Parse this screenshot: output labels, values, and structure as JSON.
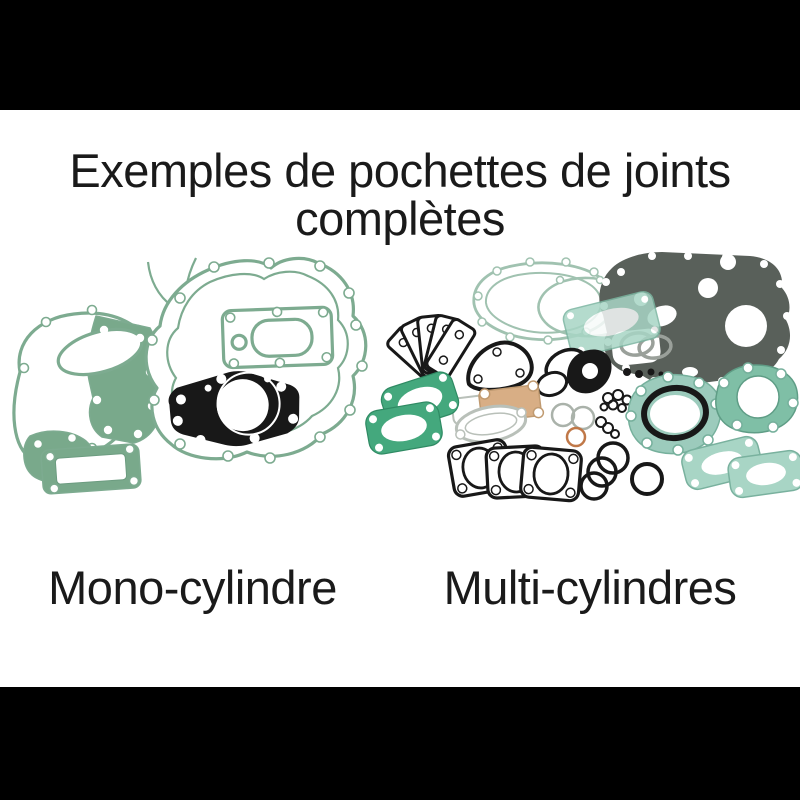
{
  "title": "Exemples de pochettes de joints\ncomplètes",
  "labels": {
    "mono": "Mono-cylindre",
    "multi": "Multi-cylindres"
  },
  "palette": {
    "letterbox": "#000000",
    "background": "#ffffff",
    "text": "#1a1a1a",
    "sage": "#7dab90",
    "sageFill": "#79a98b",
    "paleSage": "#a0c2b0",
    "teal": "#9ccbbc",
    "tealDeep": "#7fbfa6",
    "tealPale": "#a8d5c5",
    "brightGreen": "#44a87d",
    "darkGray": "#59605a",
    "black": "#181818",
    "tan": "#d8ae85",
    "orange": "#c07848",
    "lightGray": "#b9c0b9",
    "grayRing": "#9aa09a"
  }
}
